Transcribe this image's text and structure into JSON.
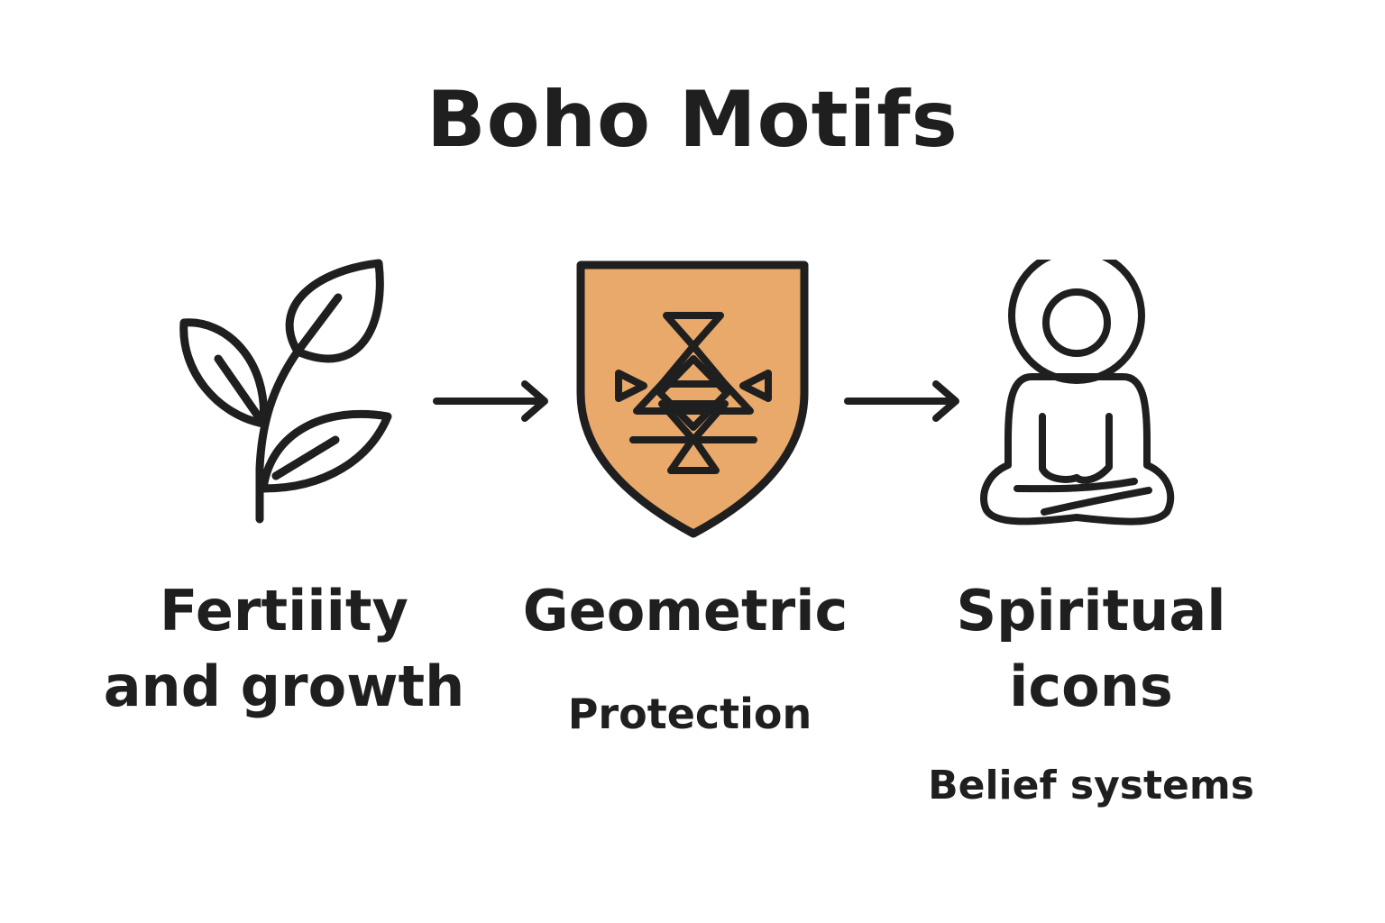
{
  "title": "Boho Motifs",
  "accent_color": "#E8A96A",
  "stroke_color": "#1f1f1f",
  "motifs": [
    {
      "icon": "leaf-sprout-icon",
      "label_line1": "Fertiiity",
      "label_line2": "and growth"
    },
    {
      "icon": "geometric-shield-icon",
      "label_line1": "Geometric",
      "sublabel": "Protection"
    },
    {
      "icon": "meditating-figure-icon",
      "label_line1": "Spiritual",
      "label_line2": "icons",
      "sublabel": "Belief systems"
    }
  ],
  "connectors": [
    {
      "icon": "arrow-right-icon",
      "from": "Fertiiity",
      "to": "Geometric"
    },
    {
      "icon": "arrow-right-icon",
      "from": "Geometric",
      "to": "Spiritual"
    }
  ]
}
